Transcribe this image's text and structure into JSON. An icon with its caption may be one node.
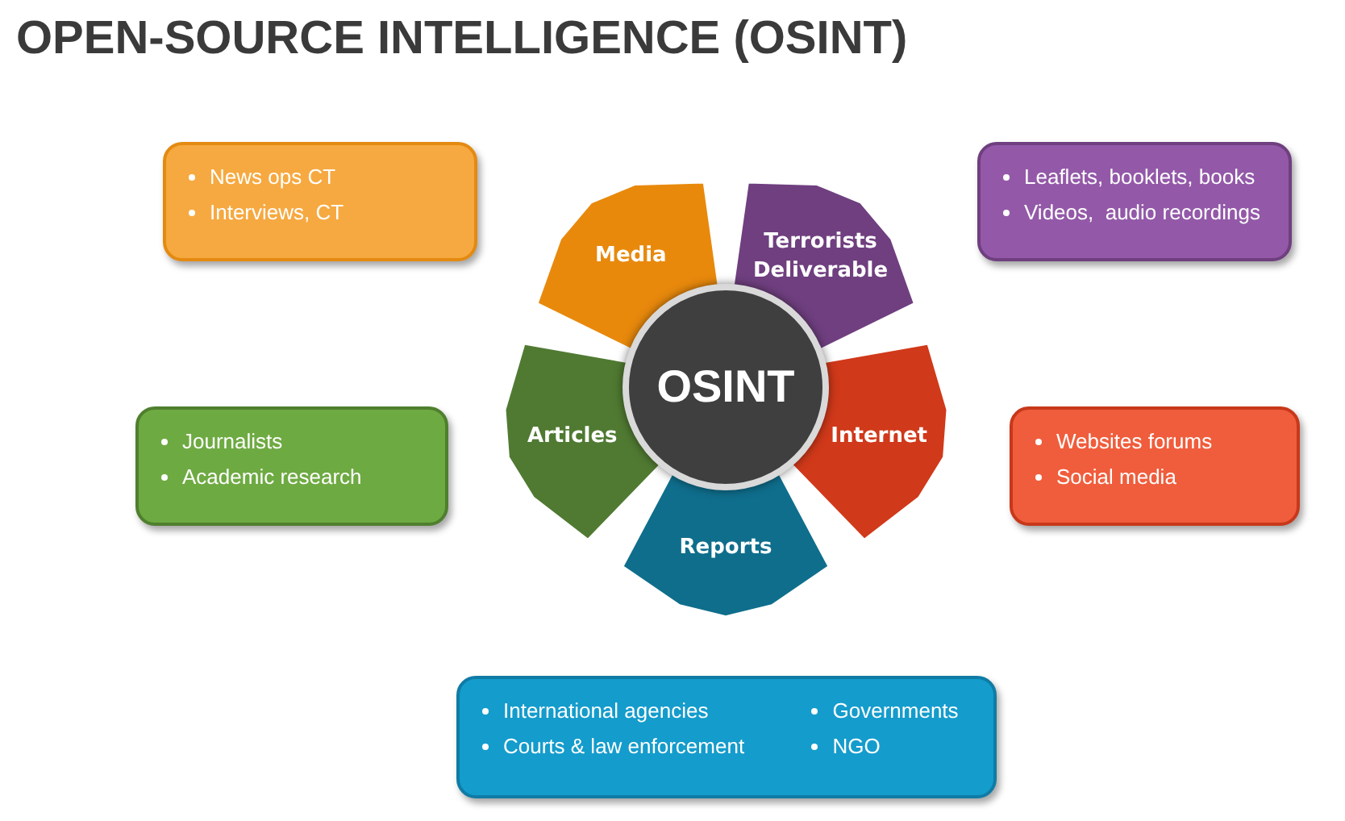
{
  "diagram": {
    "title": "OPEN-SOURCE INTELLIGENCE (OSINT)",
    "nodes": [
      {
        "text": [
          "OSINT"
        ]
      },
      {
        "text": [
          "Media"
        ]
      },
      {
        "text": [
          "Terrorists Deliverable"
        ]
      },
      {
        "text": [
          "Internet"
        ]
      },
      {
        "text": [
          "Reports"
        ]
      },
      {
        "text": [
          "Articles"
        ]
      },
      {
        "text": [
          "News ops CT",
          "Interviews, CT"
        ]
      },
      {
        "text": [
          "Leaflets, booklets, books",
          "Videos,  audio recordings"
        ]
      },
      {
        "text": [
          "Websites forums",
          "Social media"
        ]
      },
      {
        "text": [
          "Journalists",
          "Academic research"
        ]
      },
      {
        "text": [
          "International agencies",
          "Governments",
          "Courts & law enforcement",
          "NGO"
        ]
      }
    ],
    "edges": []
  }
}
